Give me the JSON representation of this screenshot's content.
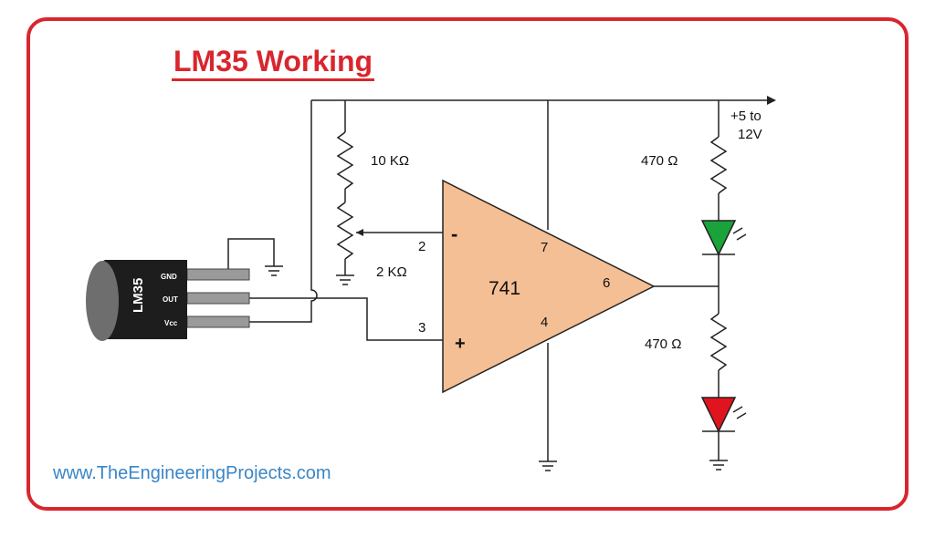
{
  "title": "LM35 Working",
  "website": "www.TheEngineeringProjects.com",
  "supply_label_line1": "+5 to",
  "supply_label_line2": "12V",
  "sensor": {
    "name": "LM35",
    "pin_gnd": "GND",
    "pin_out": "OUT",
    "pin_vcc": "Vcc"
  },
  "opamp": {
    "name": "741",
    "minus": "-",
    "plus": "+",
    "pin2": "2",
    "pin3": "3",
    "pin4": "4",
    "pin6": "6",
    "pin7": "7"
  },
  "resistors": {
    "pot_top": "10 KΩ",
    "pot_bottom": "2 KΩ",
    "led_top": "470 Ω",
    "led_bottom": "470 Ω"
  },
  "colors": {
    "frame": "#d9262e",
    "opamp_fill": "#f4bf94",
    "led_top": "#1aa33a",
    "led_bottom": "#e0141e",
    "website": "#3a86c8"
  }
}
